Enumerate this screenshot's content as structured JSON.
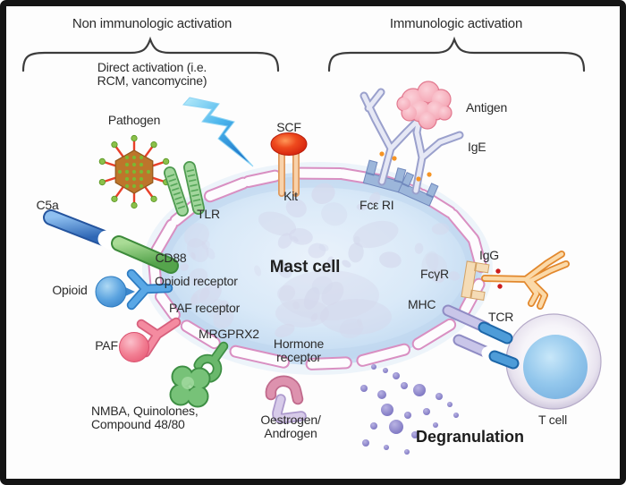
{
  "header": {
    "non_immunologic": "Non immunologic activation",
    "immunologic": "Immunologic activation"
  },
  "labels": {
    "direct_activation": "Direct activation (i.e.\nRCM, vancomycine)",
    "pathogen": "Pathogen",
    "scf": "SCF",
    "kit": "Kit",
    "tlr": "TLR",
    "c5a": "C5a",
    "cd88": "CD88",
    "opioid": "Opioid",
    "opioid_receptor": "Opioid receptor",
    "paf": "PAF",
    "paf_receptor": "PAF receptor",
    "mrgprx2": "MRGPRX2",
    "nmba_ligands": "NMBA, Quinolones,\nCompound 48/80",
    "hormone_receptor": "Hormone\nreceptor",
    "oestrogen_androgen": "Oestrogen/\nAndrogen",
    "mast_cell": "Mast cell",
    "antigen": "Antigen",
    "ige": "IgE",
    "fce_ri": "Fcε RI",
    "igg": "IgG",
    "fc_gamma_r": "FcγR",
    "mhc": "MHC",
    "tcr": "TCR",
    "t_cell": "T cell",
    "degranulation": "Degranulation"
  },
  "colors": {
    "membrane_pink": "#d98fc2",
    "cell_blue": "#d5e6f6",
    "granule_lavender": "#d4d8ec",
    "tlr_green": "#7fc47c",
    "scf_red": "#e53217",
    "kit_tan": "#f6cda4",
    "c5a_blue": "#4b83d4",
    "cd88_green": "#7dc377",
    "opioid_blue": "#54a5e3",
    "paf_pink": "#f28397",
    "mrgprx2_green": "#5fb463",
    "hormone_pink": "#d687a5",
    "oestrogen_lavender": "#d2c4e6",
    "ige_lavender": "#b4b8dd",
    "fceri_blue": "#92aed3",
    "antigen_pink": "#f6aebb",
    "igg_orange": "#f09a3c",
    "fcgr_tan": "#f5dcb6",
    "mhc_lavender": "#b3b0da",
    "tcr_blue": "#3f8fcd",
    "degranulation_purple": "#8b85ca",
    "lightning_blue": "#2f9fe0",
    "text": "#2b2b2b"
  }
}
